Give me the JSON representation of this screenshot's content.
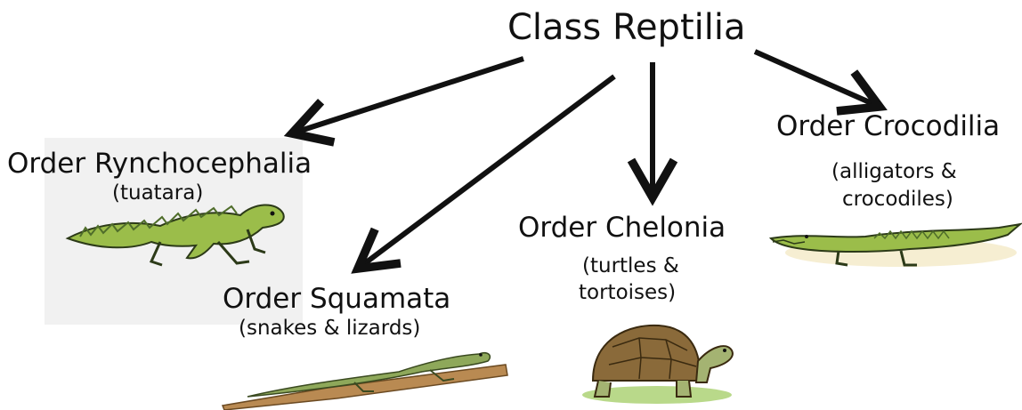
{
  "root": {
    "title": "Class Reptilia"
  },
  "orders": [
    {
      "key": "rynchocephalia",
      "name": "Order Rynchocephalia",
      "examples": [
        "(tuatara)"
      ],
      "icon": "tuatara-icon"
    },
    {
      "key": "squamata",
      "name": "Order Squamata",
      "examples": [
        "(snakes & lizards)"
      ],
      "icon": "lizard-icon"
    },
    {
      "key": "chelonia",
      "name": "Order Chelonia",
      "examples": [
        "(turtles &",
        "tortoises)"
      ],
      "icon": "tortoise-icon"
    },
    {
      "key": "crocodilia",
      "name": "Order Crocodilia",
      "examples": [
        "(alligators &",
        "crocodiles)"
      ],
      "icon": "crocodile-icon"
    }
  ],
  "colors": {
    "arrow": "#111111",
    "reptile_green": "#9bbd4a",
    "reptile_dark": "#4f6d2a",
    "shell": "#8a6a3a",
    "branch": "#b98a52"
  }
}
